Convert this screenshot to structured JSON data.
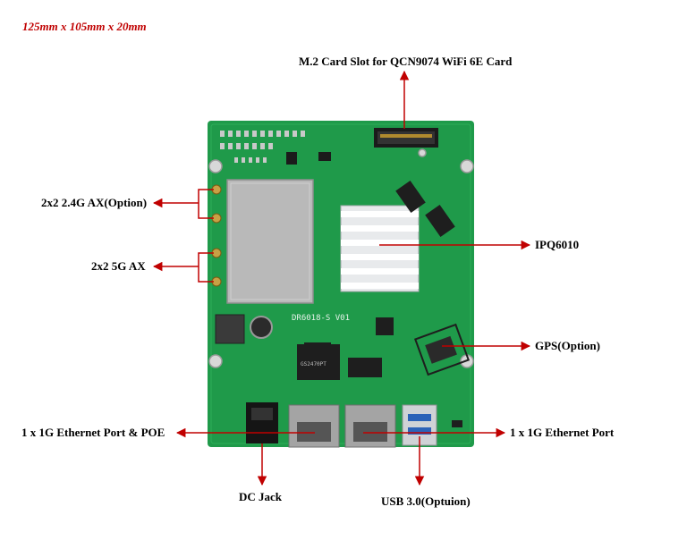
{
  "dimensions": "125mm x 105mm x 20mm",
  "board_silkscreen": "DR6018-S V01",
  "chip_marking": "GS2470PT",
  "labels": {
    "m2_slot": "M.2 Card Slot for QCN9074  WiFi 6E Card",
    "wifi_24g": "2x2 2.4G AX(Option)",
    "wifi_5g": "2x2 5G AX",
    "ipq": "IPQ6010",
    "gps": "GPS(Option)",
    "eth_poe": "1 x 1G Ethernet Port & POE",
    "eth_port": "1 x 1G Ethernet Port",
    "dc_jack": "DC Jack",
    "usb": "USB 3.0(Optuion)"
  },
  "colors": {
    "pcb": "#1f9a4a",
    "arrow": "#c00000",
    "heatsink": "#e8eaec",
    "shield": "#b9b9b9"
  }
}
